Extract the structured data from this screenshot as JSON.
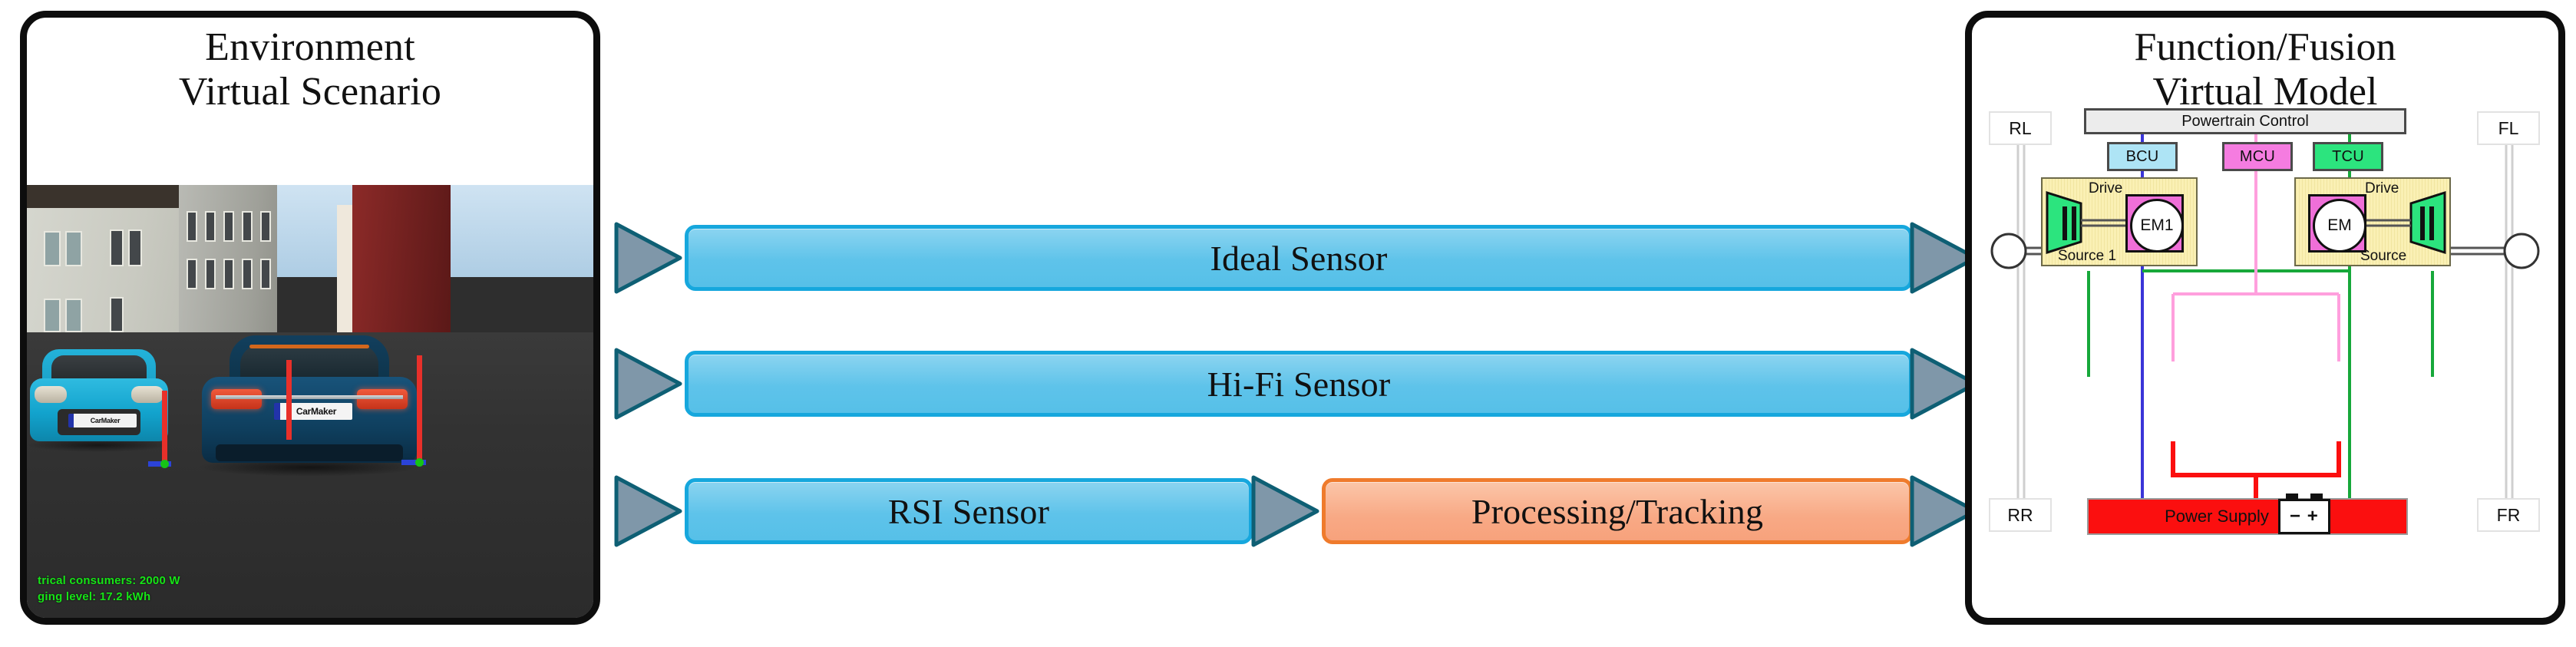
{
  "environment_panel": {
    "title": "Environment\nVirtual Scenario",
    "hud": {
      "line1": "trical consumers: 2000 W",
      "line2": "ging level: 17.2 kWh"
    },
    "vehicles": {
      "lead_plate": "CarMaker",
      "ego_plate": "CarMaker"
    }
  },
  "pipeline": {
    "rows": [
      {
        "label": "Ideal Sensor",
        "color": "#5ec3ea"
      },
      {
        "label": "Hi-Fi Sensor",
        "color": "#5ec3ea"
      },
      {
        "label": "RSI Sensor",
        "color": "#5ec3ea"
      },
      {
        "label": "Processing/Tracking",
        "color": "#f8a985"
      }
    ],
    "arrow_color": "#7e96a8",
    "arrow_outline": "#0b5e72",
    "blue_fill": "#5ec3ea",
    "blue_border": "#16a7dd",
    "orange_fill": "#f8a985",
    "orange_border": "#ef7b2c"
  },
  "function_panel": {
    "title": "Function/Fusion\nVirtual Model",
    "powertrain_control": "Powertrain Control",
    "ecus": [
      {
        "name": "BCU",
        "color": "#aee4f5"
      },
      {
        "name": "MCU",
        "color": "#f57ce0"
      },
      {
        "name": "TCU",
        "color": "#2ce47e"
      }
    ],
    "wheels": [
      {
        "name": "RL"
      },
      {
        "name": "FL"
      },
      {
        "name": "RR"
      },
      {
        "name": "FR"
      }
    ],
    "drives": [
      {
        "title": "Drive",
        "source": "Source 1",
        "motor": "EM1"
      },
      {
        "title": "Drive",
        "source": "Source",
        "motor": "EM"
      }
    ],
    "power_supply": {
      "label": "Power Supply",
      "battery_glyph": "− +",
      "color": "#fb0f0f"
    },
    "bus_colors": {
      "blue": "#3a35d8",
      "green": "#17a83a",
      "pink": "#ff9fdd",
      "red": "#fb0f0f"
    }
  }
}
